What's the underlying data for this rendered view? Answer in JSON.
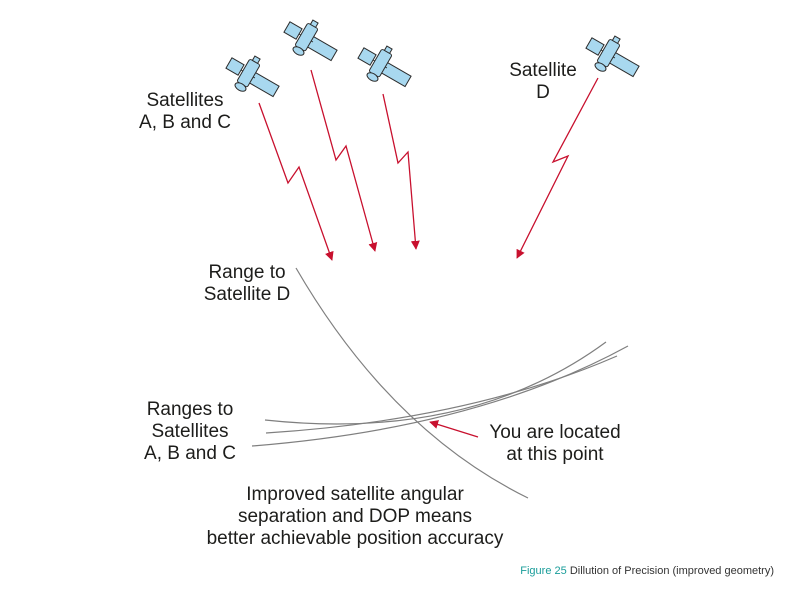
{
  "labels": {
    "satellites_abc": [
      "Satellites",
      "A, B and C"
    ],
    "satellite_d": [
      "Satellite",
      "D"
    ],
    "range_to_d": [
      "Range to",
      "Satellite D"
    ],
    "ranges_to_abc": [
      "Ranges to",
      "Satellites",
      "A, B and C"
    ],
    "you_are_located": [
      "You are located",
      "at this point"
    ],
    "improved_caption": [
      "Improved satellite angular",
      "separation and DOP means",
      "better achievable position accuracy"
    ]
  },
  "figure": {
    "number": "Figure 25",
    "title": "Dillution of Precision (improved geometry)"
  },
  "colors": {
    "signal": "#c8102e",
    "curve": "#7f7f7f",
    "satellite_body": "#a8d8ef",
    "satellite_outline": "#2b2b2b",
    "figure_number": "#1a9d9a"
  },
  "icons": [
    "satellite-icon"
  ]
}
